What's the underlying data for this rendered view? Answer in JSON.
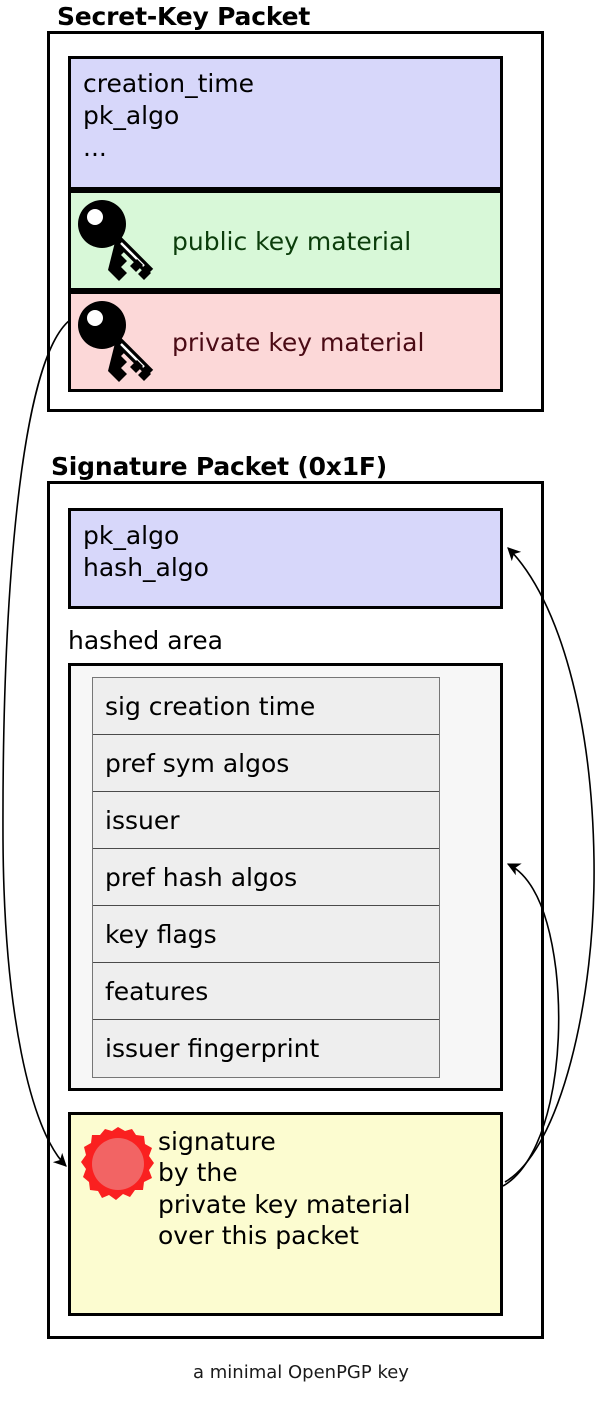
{
  "caption": "a minimal OpenPGP key",
  "colors": {
    "lavender": "#d7d7fa",
    "green": "#d8f8d8",
    "pink": "#fcd8d8",
    "yellow": "#fcfcd0",
    "hashed_bg": "#f7f7f7",
    "hashed_item_bg": "#eeeeee",
    "seal_outer": "#fa2020",
    "seal_inner": "#f26464",
    "stroke": "#000000",
    "label_green": "#0b3d0b",
    "label_maroon": "#4a0a14"
  },
  "secret_key_packet": {
    "title": "Secret-Key Packet",
    "header_fields": "creation_time\npk_algo\n...",
    "public_key_row": {
      "icon": "key-icon",
      "label": "public key material"
    },
    "private_key_row": {
      "icon": "key-icon",
      "label": "private key material"
    }
  },
  "signature_packet": {
    "title": "Signature Packet (0x1F)",
    "header_fields": "pk_algo\nhash_algo",
    "hashed_area": {
      "label": "hashed area",
      "items": [
        "sig creation time",
        "pref sym algos",
        "issuer",
        "pref hash algos",
        "key flags",
        "features",
        "issuer fingerprint"
      ]
    },
    "signature_block": {
      "icon": "wax-seal-icon",
      "label": "signature\nby the\nprivate key material\nover this packet"
    }
  },
  "arrows": [
    {
      "name": "private-key-to-signature",
      "from": "private key material",
      "to": "signature block"
    },
    {
      "name": "signature-to-sig-header",
      "from": "signature block",
      "to": "pk_algo / hash_algo header"
    },
    {
      "name": "signature-to-hashed-area",
      "from": "signature block",
      "to": "hashed area"
    }
  ]
}
